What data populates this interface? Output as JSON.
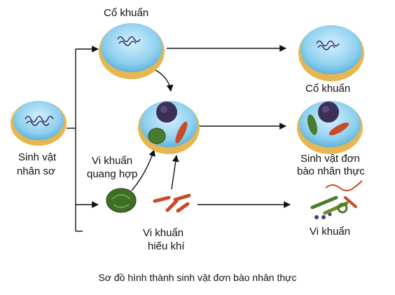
{
  "labels": {
    "archaea_top": "Cổ khuẩn",
    "archaea_right": "Cổ khuẩn",
    "prokaryote_l1": "Sinh vật",
    "prokaryote_l2": "nhân sơ",
    "photo_l1": "Vi khuẩn",
    "photo_l2": "quang hợp",
    "aerobic_l1": "Vi khuẩn",
    "aerobic_l2": "hiếu khí",
    "euk_l1": "Sinh vật đơn",
    "euk_l2": "bào nhân thực",
    "bacteria_right": "Vi khuẩn"
  },
  "caption": "Sơ đồ hình thành sinh vật đơn bào nhân thực",
  "colors": {
    "cell_fill": "#8fd0ef",
    "cell_inner": "#c6ecfb",
    "membrane": "#e7b650",
    "nucleus": "#3d3058",
    "chloroplast": "#4a7a2c",
    "mitochondrion": "#c84a28",
    "arrow": "#111111"
  }
}
